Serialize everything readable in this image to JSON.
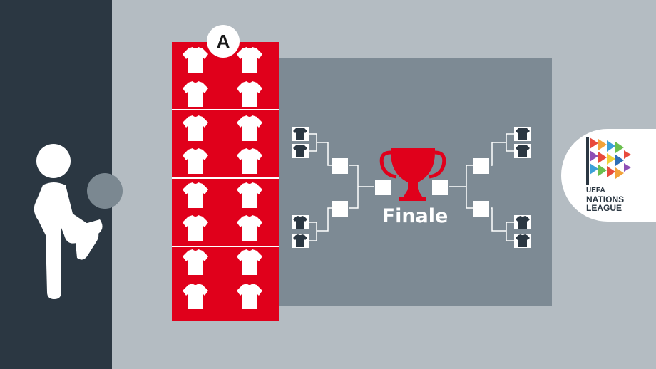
{
  "group": {
    "letter": "A",
    "color": "#e0001b"
  },
  "finale": {
    "label": "Finale",
    "trophy_color": "#e0001b"
  },
  "logo": {
    "line1": "UEFA",
    "line2": "NATIONS",
    "line3": "LEAGUE"
  },
  "icons": {
    "player": "player-kicking-icon",
    "ball": "ball-icon",
    "shirt": "shirt-icon",
    "trophy": "trophy-icon"
  },
  "colors": {
    "dark_panel": "#2b3742",
    "background": "#b4bcc2",
    "bracket_panel": "#7d8a94"
  }
}
